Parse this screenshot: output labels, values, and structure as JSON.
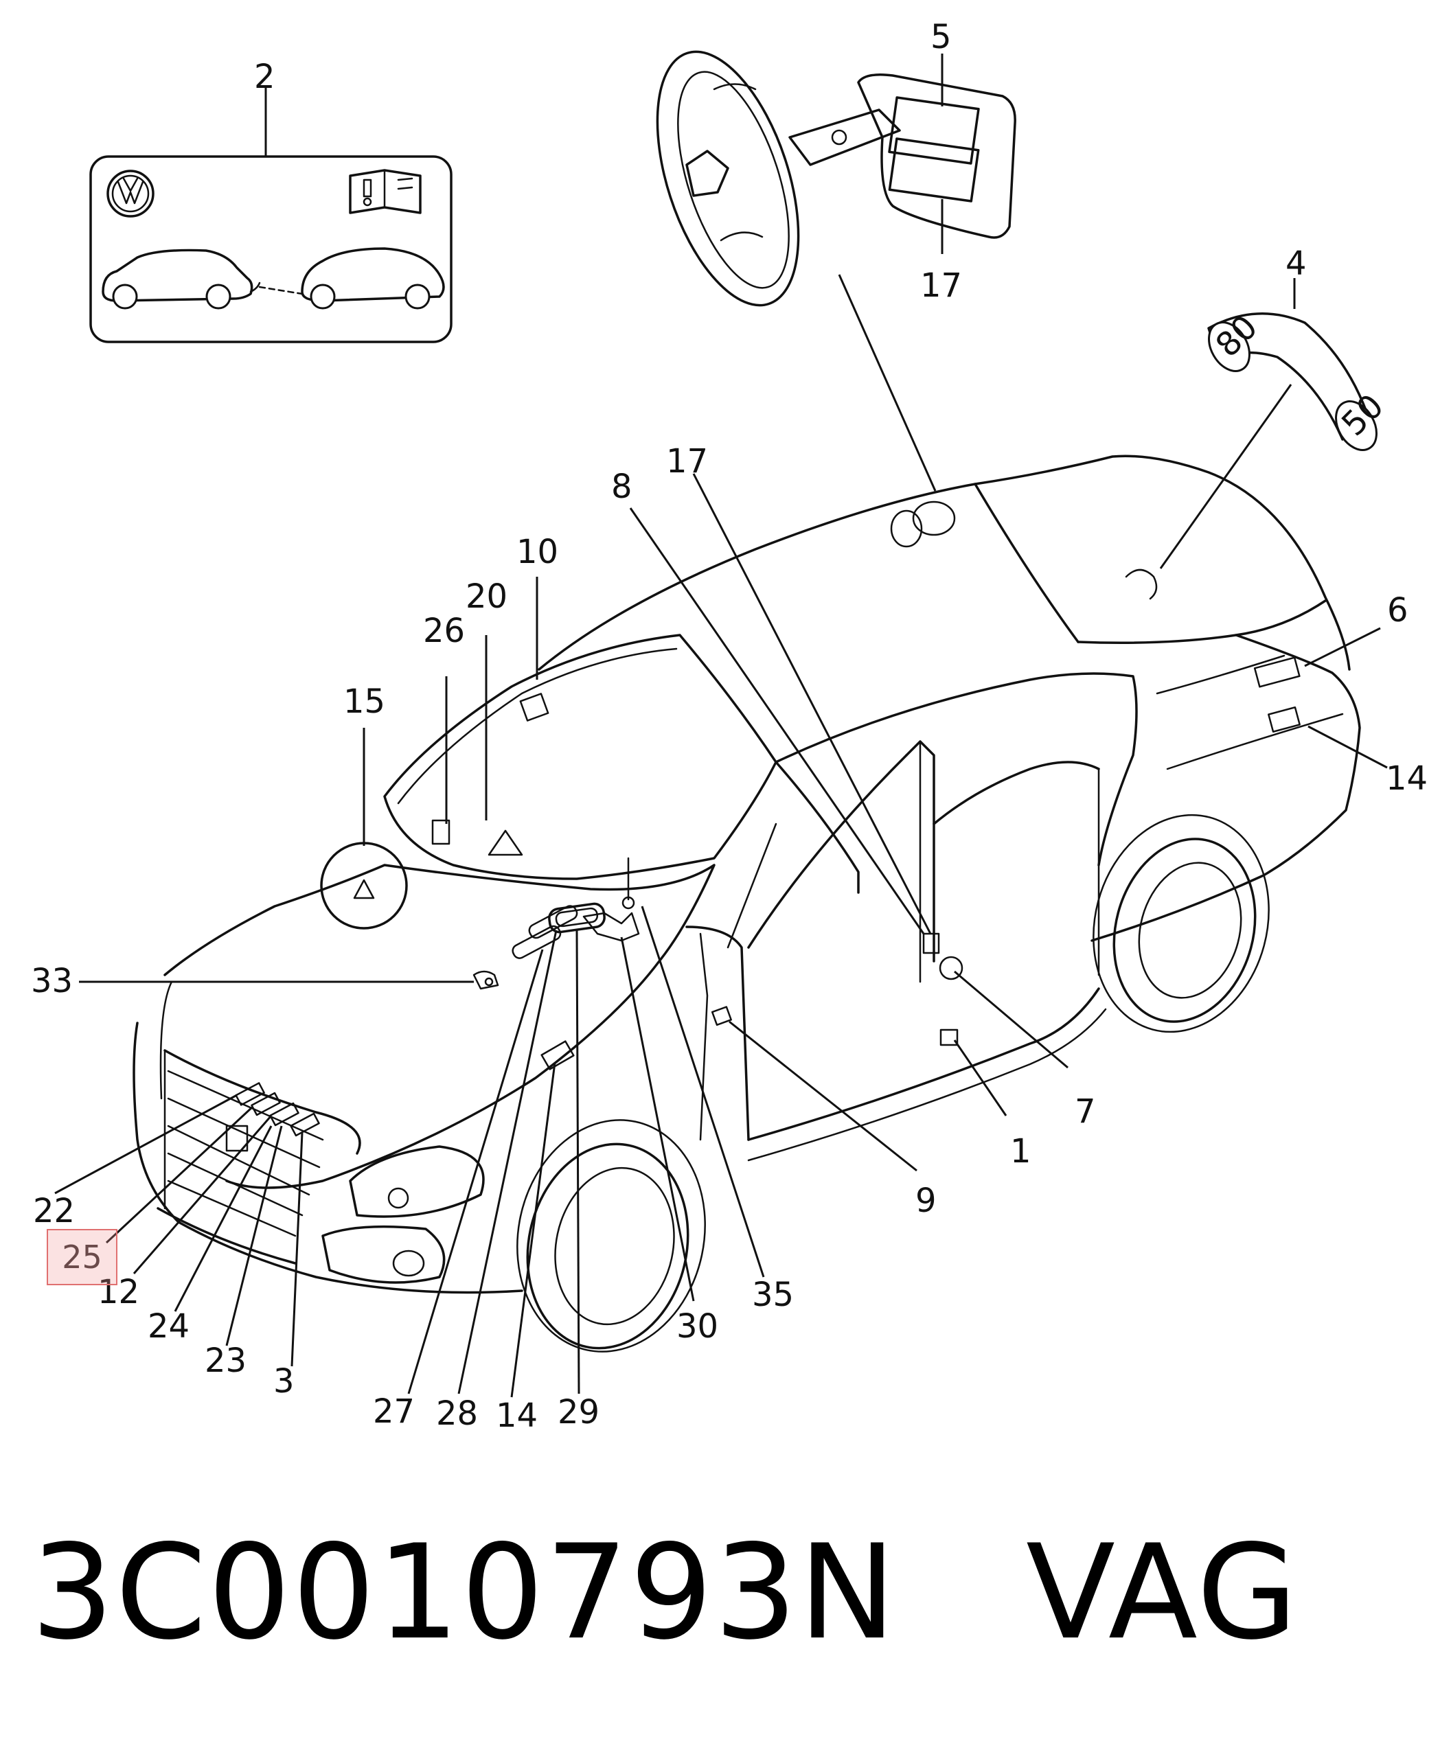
{
  "callouts": {
    "c1": "1",
    "c2": "2",
    "c3": "3",
    "c4": "4",
    "c5": "5",
    "c6": "6",
    "c7": "7",
    "c8": "8",
    "c9": "9",
    "c10": "10",
    "c12": "12",
    "c14a": "14",
    "c14b": "14",
    "c15": "15",
    "c17a": "17",
    "c17b": "17",
    "c20": "20",
    "c22": "22",
    "c23": "23",
    "c24": "24",
    "c25": "25",
    "c26": "26",
    "c27": "27",
    "c28": "28",
    "c29": "29",
    "c30": "30",
    "c33": "33",
    "c35": "35"
  },
  "tire_label": {
    "front": "80",
    "rear": "50"
  },
  "part_number": "3C0010793N",
  "brand": "VAG",
  "highlighted_callout": "25",
  "colors": {
    "highlight_fill": "#f4a8a8",
    "highlight_border": "#e07070",
    "line": "#111111"
  }
}
